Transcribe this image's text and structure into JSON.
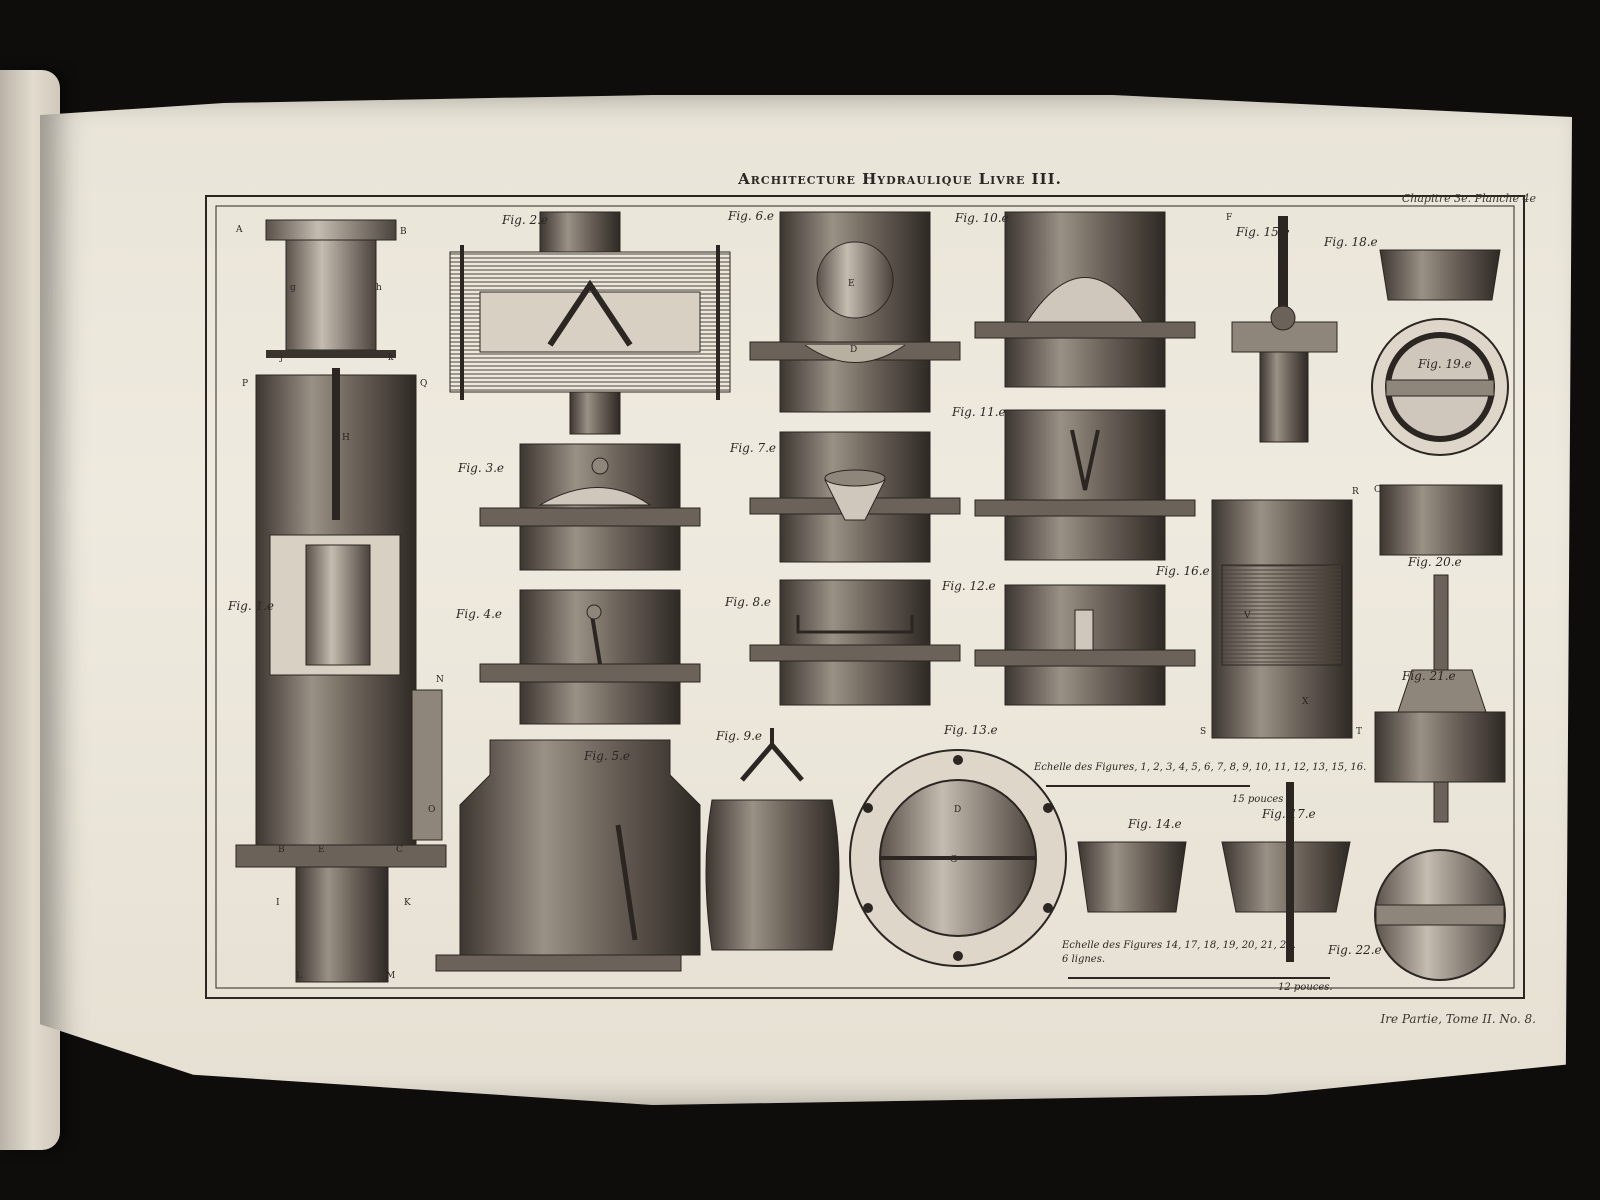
{
  "plate": {
    "title": "Architecture Hydraulique Livre III.",
    "reference": "Chapitre 3e. Planche 4e",
    "footer": "Ire Partie, Tome II. No. 8."
  },
  "figures": {
    "fig1": "Fig. 1.e",
    "fig2": "Fig. 2.e",
    "fig3": "Fig. 3.e",
    "fig4": "Fig. 4.e",
    "fig5": "Fig. 5.e",
    "fig6": "Fig. 6.e",
    "fig7": "Fig. 7.e",
    "fig8": "Fig. 8.e",
    "fig9": "Fig. 9.e",
    "fig10": "Fig. 10.e",
    "fig11": "Fig. 11.e",
    "fig12": "Fig. 12.e",
    "fig13": "Fig. 13.e",
    "fig14": "Fig. 14.e",
    "fig15": "Fig. 15.e",
    "fig16": "Fig. 16.e",
    "fig17": "Fig. 17.e",
    "fig18": "Fig. 18.e",
    "fig19": "Fig. 19.e",
    "fig20": "Fig. 20.e",
    "fig21": "Fig. 21.e",
    "fig22": "Fig. 22.e"
  },
  "scales": {
    "scale1_title": "Echelle des Figures, 1, 2, 3, 4, 5, 6, 7, 8, 9, 10, 11, 12, 13, 15, 16.",
    "scale1_unit": "15 pouces",
    "scale2_title": "Echelle des Figures 14, 17, 18, 19, 20, 21, 22.",
    "scale2_sub": "6 lignes.",
    "scale2_unit": "12 pouces."
  },
  "letters": {
    "A": "A",
    "B": "B",
    "C": "C",
    "D": "D",
    "E": "E",
    "F": "F",
    "G": "G",
    "H": "H",
    "I": "I",
    "K": "K",
    "L": "L",
    "M": "M",
    "N": "N",
    "O": "O",
    "P": "P",
    "Q": "Q",
    "R": "R",
    "S": "S",
    "T": "T",
    "V": "V",
    "X": "X",
    "g": "g",
    "h": "h",
    "j": "j",
    "k": "k"
  },
  "colors": {
    "background": "#0e0d0c",
    "paper": "#ebe6da",
    "ink": "#2b2622",
    "shade": "#6b625a"
  }
}
